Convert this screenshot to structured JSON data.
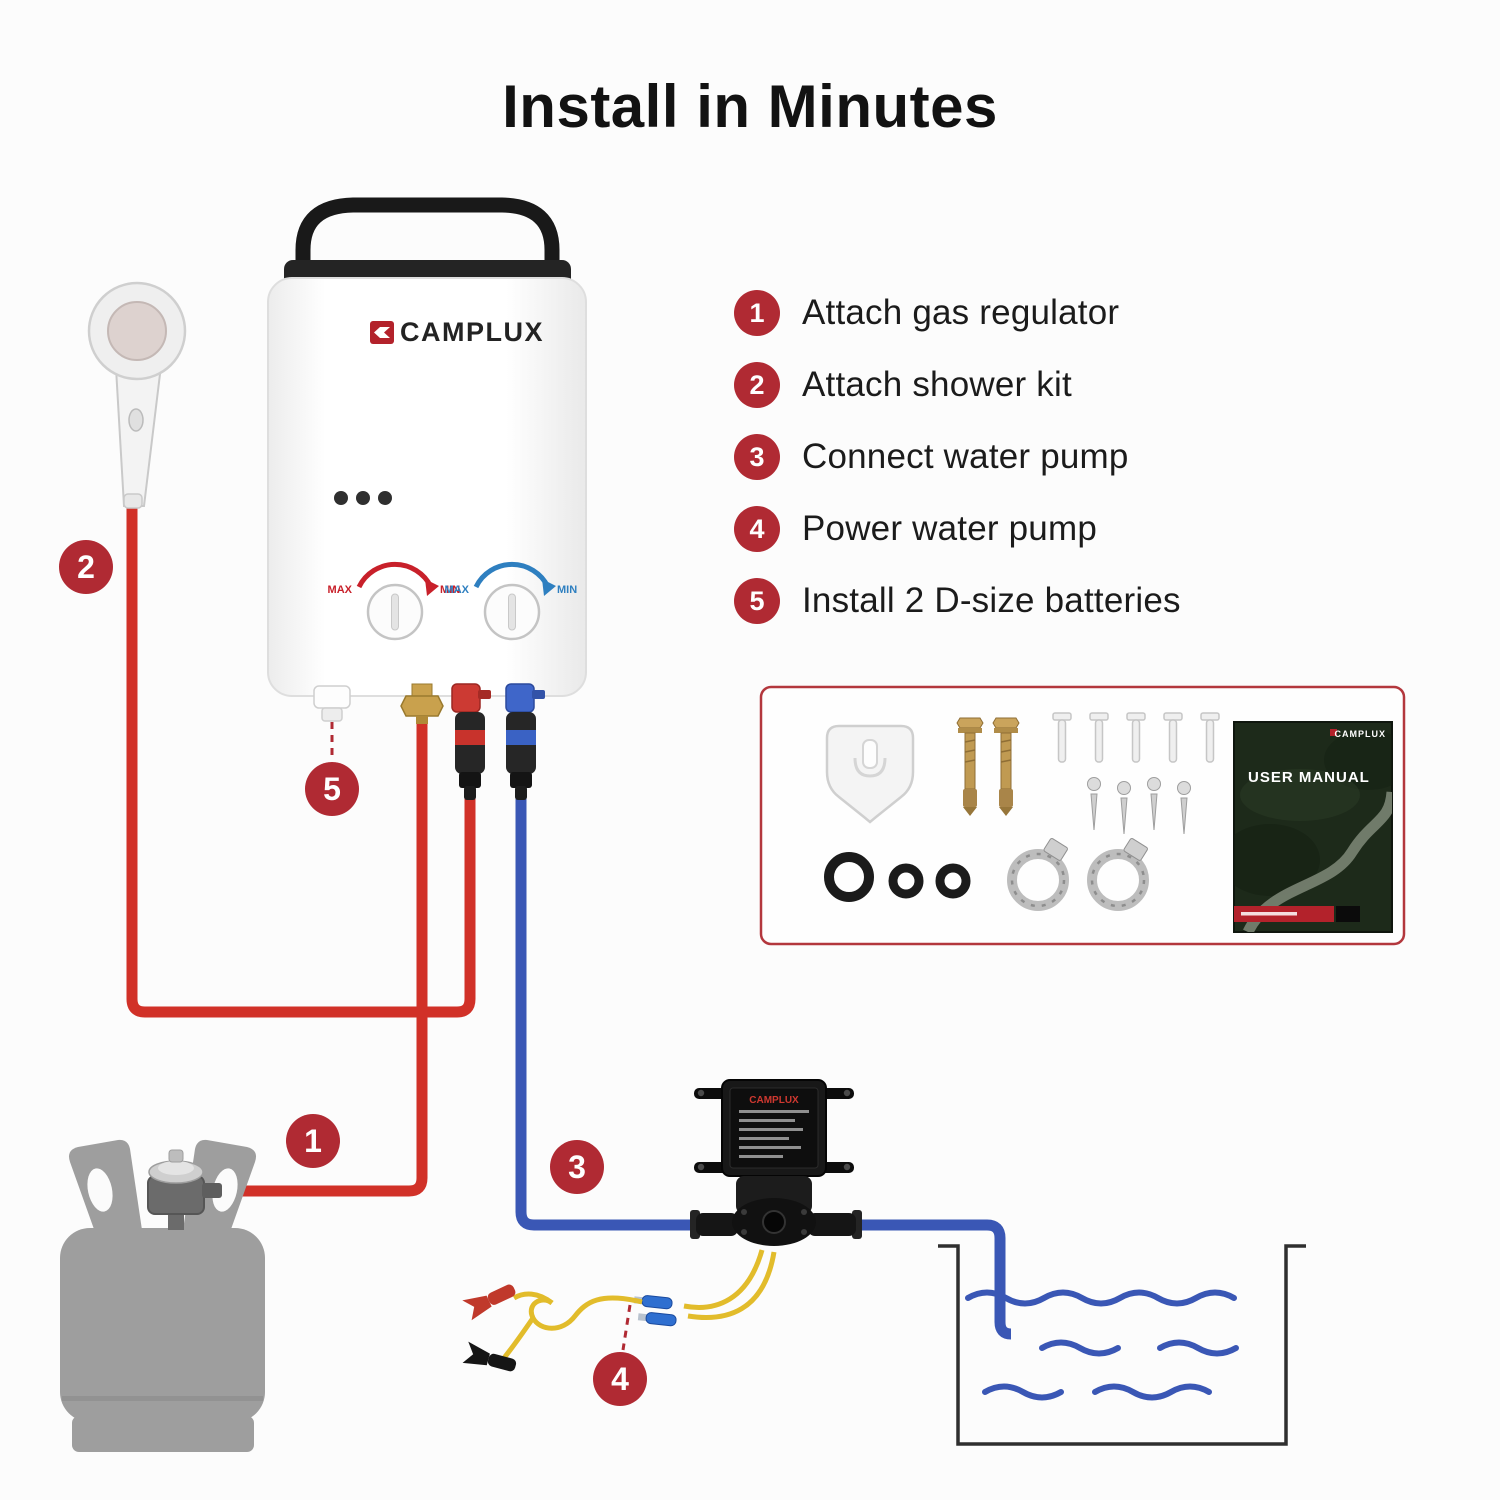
{
  "title": "Install in Minutes",
  "steps": [
    {
      "num": "1",
      "label": "Attach gas regulator"
    },
    {
      "num": "2",
      "label": "Attach shower kit"
    },
    {
      "num": "3",
      "label": "Connect water pump"
    },
    {
      "num": "4",
      "label": "Power water pump"
    },
    {
      "num": "5",
      "label": "Install 2 D-size batteries"
    }
  ],
  "heater": {
    "brand": "CAMPLUX",
    "knobs": {
      "left": {
        "max": "MAX",
        "min": "MIN"
      },
      "right": {
        "max": "MAX",
        "min": "MIN"
      }
    }
  },
  "pump_label": {
    "brand": "CAMPLUX"
  },
  "manual": {
    "brand": "CAMPLUX",
    "title": "USER MANUAL"
  },
  "colors": {
    "badge": "#b02a33",
    "hot": "#d13128",
    "cold": "#3a57b5",
    "kit-border": "#b3373d",
    "hot-knob": "#c8202a",
    "cold-knob": "#2e7fc0",
    "brand-red": "#b3222b"
  }
}
